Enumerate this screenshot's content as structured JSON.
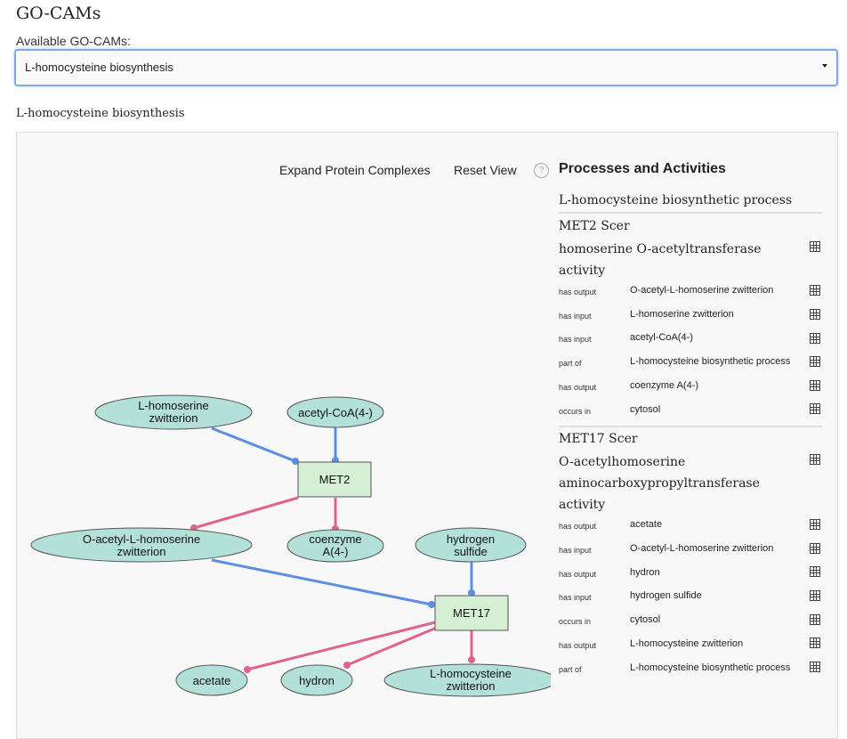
{
  "page_title": "GO-CAMs",
  "select": {
    "label": "Available GO-CAMs:",
    "value": "L-homocysteine biosynthesis",
    "caret_icon": "caret-down-icon"
  },
  "model_title": "L-homocysteine biosynthesis",
  "toolbar": {
    "expand_label": "Expand Protein Complexes",
    "reset_label": "Reset View",
    "help_icon": "help-icon",
    "help_glyph": "?"
  },
  "colors": {
    "input_edge": "#5b8fe0",
    "output_edge": "#e0638f",
    "molecule_fill": "#b4e0da",
    "protein_fill": "#d5efd5"
  },
  "graph": {
    "nodes": {
      "l_homoserine": [
        "L-homoserine",
        "zwitterion"
      ],
      "acetyl_coa": [
        "acetyl-CoA(4-)"
      ],
      "met2": [
        "MET2"
      ],
      "o_acetyl": [
        "O-acetyl-L-homoserine",
        "zwitterion"
      ],
      "coenzyme_a": [
        "coenzyme",
        "A(4-)"
      ],
      "hydrogen_sulfide": [
        "hydrogen",
        "sulfide"
      ],
      "met17": [
        "MET17"
      ],
      "acetate": [
        "acetate"
      ],
      "hydron": [
        "hydron"
      ],
      "l_homocysteine": [
        "L-homocysteine",
        "zwitterion"
      ]
    }
  },
  "side_panel": {
    "heading": "Processes and Activities",
    "process": "L-homocysteine biosynthetic process",
    "table_icon": "table-icon",
    "activities": [
      {
        "gene": "MET2 Scer",
        "activity": "homoserine O-acetyltransferase activity",
        "relations": [
          {
            "rel": "has output",
            "target": "O-acetyl-L-homoserine zwitterion"
          },
          {
            "rel": "has input",
            "target": "L-homoserine zwitterion"
          },
          {
            "rel": "has input",
            "target": "acetyl-CoA(4-)"
          },
          {
            "rel": "part of",
            "target": "L-homocysteine biosynthetic process"
          },
          {
            "rel": "has output",
            "target": "coenzyme A(4-)"
          },
          {
            "rel": "occurs in",
            "target": "cytosol"
          }
        ]
      },
      {
        "gene": "MET17 Scer",
        "activity": "O-acetylhomoserine aminocarboxypropyltransferase activity",
        "relations": [
          {
            "rel": "has output",
            "target": "acetate"
          },
          {
            "rel": "has input",
            "target": "O-acetyl-L-homoserine zwitterion"
          },
          {
            "rel": "has output",
            "target": "hydron"
          },
          {
            "rel": "has input",
            "target": "hydrogen sulfide"
          },
          {
            "rel": "occurs in",
            "target": "cytosol"
          },
          {
            "rel": "has output",
            "target": "L-homocysteine zwitterion"
          },
          {
            "rel": "part of",
            "target": "L-homocysteine biosynthetic process"
          }
        ]
      }
    ]
  }
}
